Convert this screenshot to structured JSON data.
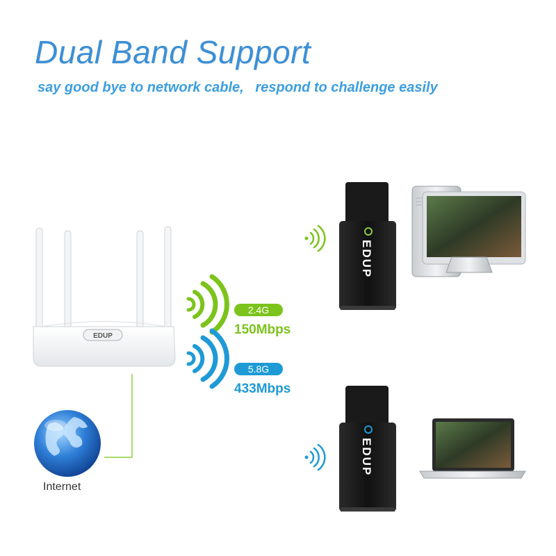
{
  "header": {
    "title": "Dual Band Support",
    "subtitle": "say good bye to network cable,   respond to challenge easily"
  },
  "bands": [
    {
      "badge": "2.4G",
      "speed": "150Mbps",
      "color": "#7cc31c"
    },
    {
      "badge": "5.8G",
      "speed": "433Mbps",
      "color": "#1e9ad6"
    }
  ],
  "router": {
    "brand": "EDUP"
  },
  "adapters": [
    {
      "brand": "EDUP",
      "target": "desktop computer"
    },
    {
      "brand": "EDUP",
      "target": "laptop"
    }
  ],
  "internet": {
    "label": "Internet"
  },
  "colors": {
    "accent_blue": "#3b8fd6",
    "green": "#7cc31c",
    "cyan": "#1e9ad6"
  }
}
